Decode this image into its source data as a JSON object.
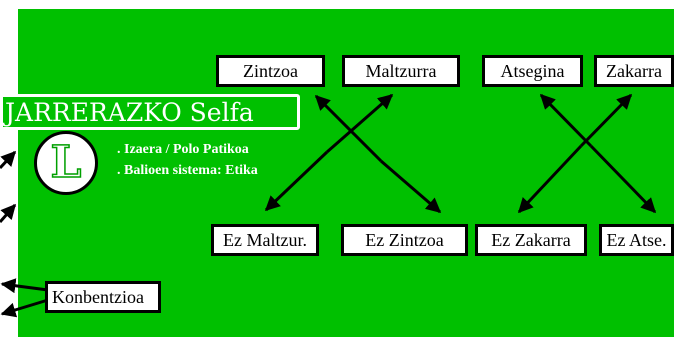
{
  "title": "JARRERAZKO Selfa",
  "badge_letter": "L",
  "details": [
    ". Izaera / Polo Patikoa",
    ". Balioen sistema: Etika"
  ],
  "top_terms": [
    "Zintzoa",
    "Maltzurra",
    "Atsegina",
    "Zakarra"
  ],
  "bottom_terms": [
    "Ez Maltzur.",
    "Ez Zintzoa",
    "Ez Zakarra",
    "Ez Atse."
  ],
  "side_box": "Konbentzioa",
  "colors": {
    "background": "#00c000",
    "box_fill": "#ffffff",
    "stroke": "#000000",
    "title_text": "#ffffff"
  }
}
